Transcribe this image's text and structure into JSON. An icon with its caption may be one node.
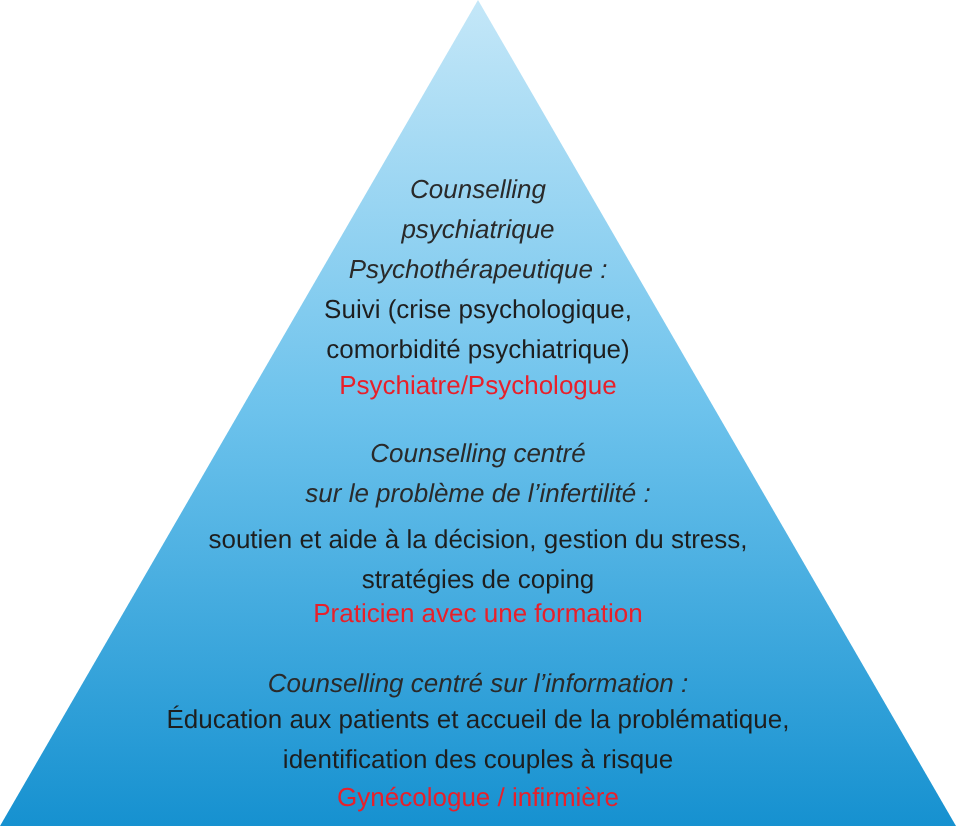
{
  "diagram": {
    "nodes": [
      {
        "text": [
          "Counselling psychiatrique Psychothérapeutique :",
          "Suivi (crise psychologique, comorbidité psychiatrique)",
          "Psychiatre/Psychologue",
          "Counselling centré sur le problème de l’infertilité :",
          "soutien et aide à la décision, gestion du stress, stratégies de coping",
          "Praticien avec une formation",
          "Counselling centré sur l’information :",
          "Éducation aux patients et accueil de la problématique, identification des couples à risque",
          "Gynécologue / infirmière"
        ]
      }
    ]
  }
}
